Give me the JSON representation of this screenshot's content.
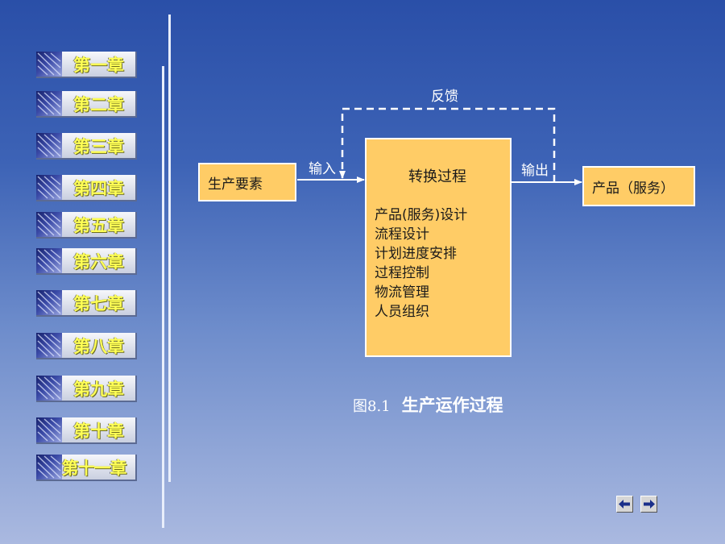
{
  "chapters": [
    {
      "label": "第一章"
    },
    {
      "label": "第二章"
    },
    {
      "label": "第三章"
    },
    {
      "label": "第四章"
    },
    {
      "label": "第五章"
    },
    {
      "label": "第六章"
    },
    {
      "label": "第七章"
    },
    {
      "label": "第八章"
    },
    {
      "label": "第九章"
    },
    {
      "label": "第十章"
    },
    {
      "label": "第十一章"
    }
  ],
  "diagram": {
    "input_box": "生产要素",
    "input_label": "输入",
    "feedback_label": "反馈",
    "process_title": "转换过程",
    "process_items": [
      "产品(服务)设计",
      "流程设计",
      "计划进度安排",
      "过程控制",
      "物流管理",
      "人员组织"
    ],
    "output_label": "输出",
    "output_box": "产品（服务）"
  },
  "caption": {
    "number": "图8.1",
    "text": "生产运作过程"
  },
  "nav": {
    "prev_icon": "left-arrow-icon",
    "next_icon": "right-arrow-icon"
  },
  "colors": {
    "box_fill": "#ffcc66",
    "chapter_text": "#ffff55",
    "background": "#3d63b6"
  }
}
